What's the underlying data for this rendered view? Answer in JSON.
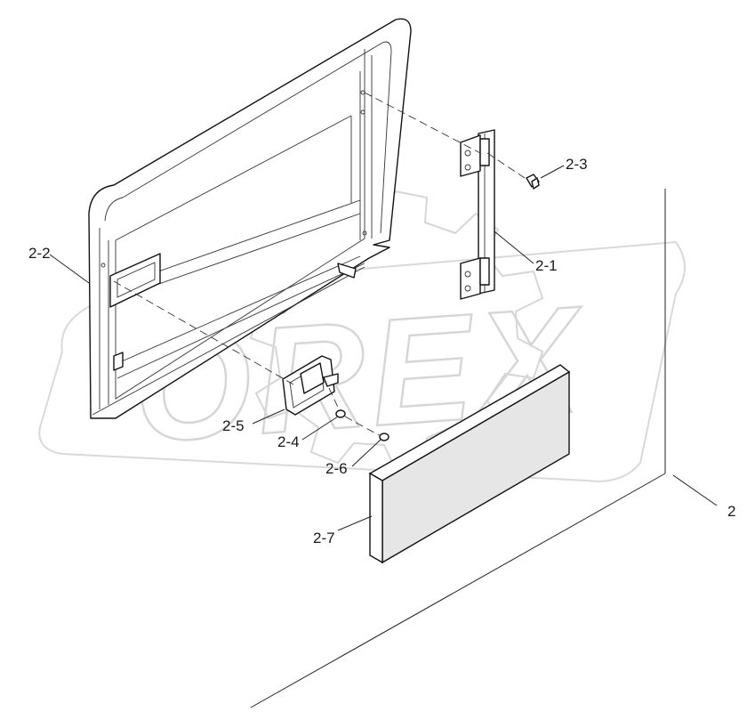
{
  "callouts": {
    "c2_1": "2-1",
    "c2_2": "2-2",
    "c2_3": "2-3",
    "c2_4": "2-4",
    "c2_5": "2-5",
    "c2_6": "2-6",
    "c2_7": "2-7",
    "c2": "2"
  },
  "watermark": {
    "text": "OREX"
  },
  "colors": {
    "line": "#111111",
    "watermark": "#d9d9d9",
    "pad": "#e6e6e6",
    "background": "#ffffff"
  }
}
